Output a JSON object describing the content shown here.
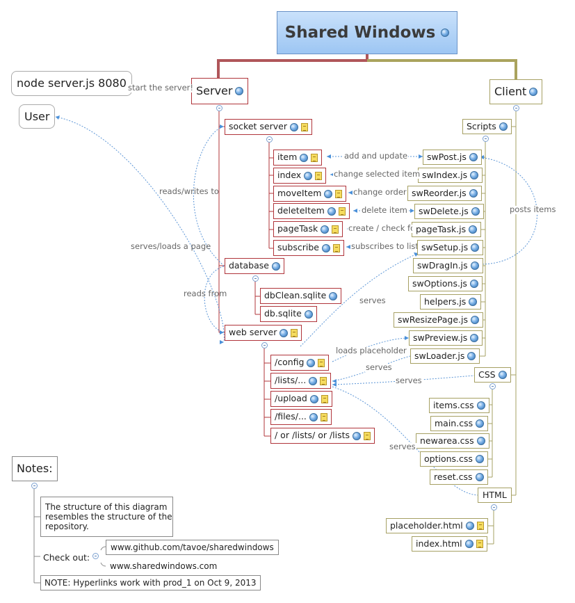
{
  "title": "Shared Windows",
  "top_level": {
    "server": "Server",
    "client": "Client",
    "node_cmd": "node server.js 8080",
    "user": "User",
    "notes": "Notes:"
  },
  "server": {
    "socket_server": "socket server",
    "socket_children": [
      "item",
      "index",
      "moveItem",
      "deleteItem",
      "pageTask",
      "subscribe"
    ],
    "database": "database",
    "database_children": [
      "dbClean.sqlite",
      "db.sqlite"
    ],
    "web_server": "web server",
    "web_children": [
      "/config",
      "/lists/...",
      "/upload",
      "/files/...",
      "/ or /lists/ or /lists"
    ]
  },
  "client": {
    "scripts": "Scripts",
    "script_children": [
      "swPost.js",
      "swIndex.js",
      "swReorder.js",
      "swDelete.js",
      "pageTask.js",
      "swSetup.js",
      "swDragIn.js",
      "swOptions.js",
      "helpers.js",
      "swResizePage.js",
      "swPreview.js",
      "swLoader.js"
    ],
    "css": "CSS",
    "css_children": [
      "items.css",
      "main.css",
      "newarea.css",
      "options.css",
      "reset.css"
    ],
    "html": "HTML",
    "html_children": [
      "placeholder.html",
      "index.html"
    ]
  },
  "relations": {
    "start_server": "start the server!",
    "reads_writes": "reads/writes to",
    "serves_loads": "serves/loads a page",
    "reads_from": "reads from",
    "add_update": "add and update",
    "change_selected": "change selected item",
    "change_order": "change order",
    "delete_item": "delete item",
    "create_check": "create / check for",
    "subscribes": "subscribes to list",
    "posts_items": "posts items",
    "serves_1": "serves",
    "loads_placeholder": "loads placeholder",
    "serves_2": "serves",
    "serves_3": "serves",
    "serves_4": "serves"
  },
  "notes": {
    "structure": [
      "The structure of this diagram",
      "resembles the structure of the",
      "repository."
    ],
    "check_out": "Check out:",
    "links": [
      "www.github.com/tavoe/sharedwindows",
      "www.sharedwindows.com"
    ],
    "hyperlinks": "NOTE: Hyperlinks work with prod_1 on Oct 9, 2013"
  },
  "colors": {
    "server": "#b0343a",
    "client": "#a6a063",
    "relation": "#4a90d9",
    "title_bg": "#b4d4f6"
  }
}
